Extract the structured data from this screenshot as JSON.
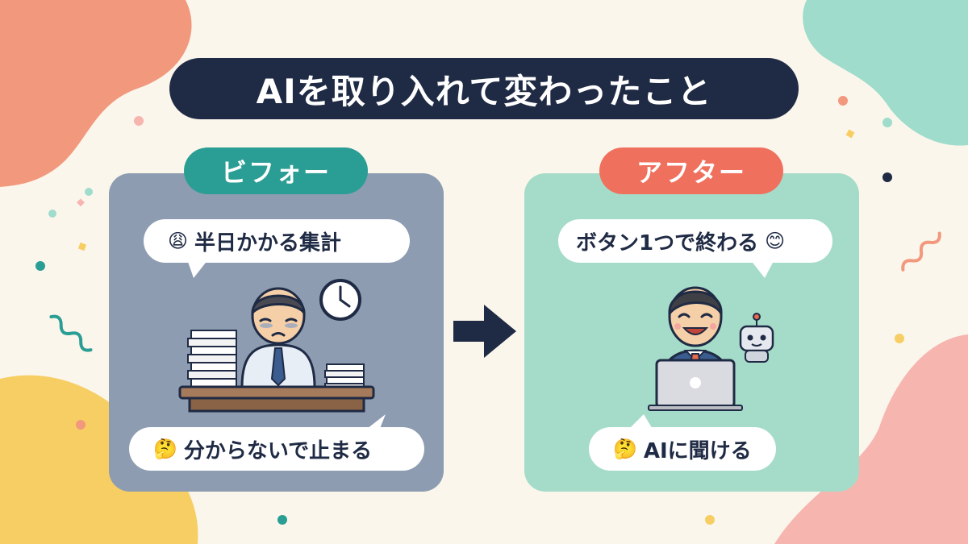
{
  "title": "AIを取り入れて変わったこと",
  "before": {
    "tag": "ビフォー",
    "bubble_top": {
      "emoji": "😩",
      "text": "半日かかる集計"
    },
    "bubble_bottom": {
      "emoji": "🤔",
      "text": "分からないで止まる"
    }
  },
  "after": {
    "tag": "アフター",
    "bubble_top": {
      "emoji": "😊",
      "text": "ボタン1つで終わる"
    },
    "bubble_bottom": {
      "emoji": "🤔",
      "text": "AIに聞ける"
    }
  },
  "colors": {
    "background": "#fbf6ec",
    "title_bg": "#1f2a44",
    "before_panel": "#8d9cb1",
    "after_panel": "#a5dcc9",
    "before_tag": "#2a9e94",
    "after_tag": "#f0705e"
  },
  "icons": [
    "clock-icon",
    "arrow-right-icon",
    "robot-icon",
    "laptop-icon"
  ]
}
